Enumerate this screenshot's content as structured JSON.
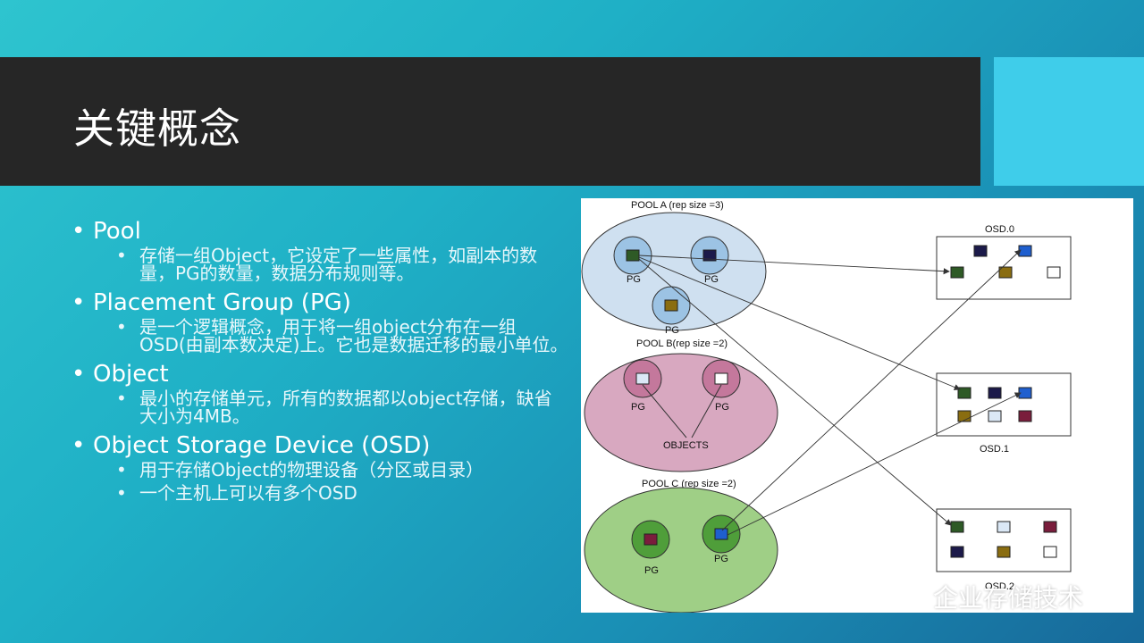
{
  "slide": {
    "title": "关键概念",
    "bullets": [
      {
        "label": "Pool",
        "sub": [
          "存储一组Object，它设定了一些属性，如副本的数量，PG的数量，数据分布规则等。"
        ]
      },
      {
        "label": "Placement Group (PG)",
        "sub": [
          "是一个逻辑概念，用于将一组object分布在一组OSD(由副本数决定)上。它也是数据迁移的最小单位。"
        ]
      },
      {
        "label": "Object",
        "sub": [
          "最小的存储单元，所有的数据都以object存储，缺省大小为4MB。"
        ]
      },
      {
        "label": "Object Storage Device (OSD)",
        "sub": [
          "用于存储Object的物理设备（分区或目录）",
          "一个主机上可以有多个OSD"
        ]
      }
    ]
  },
  "diagram": {
    "pool_a": {
      "label": "POOL A (rep size =3)",
      "pg_labels": [
        "PG",
        "PG",
        "PG"
      ]
    },
    "pool_b": {
      "label": "POOL B(rep size =2)",
      "pg_labels": [
        "PG",
        "PG"
      ],
      "objects_label": "OBJECTS"
    },
    "pool_c": {
      "label": "POOL C (rep size =2)",
      "pg_labels": [
        "PG",
        "PG"
      ]
    },
    "osd0": {
      "label": "OSD.0"
    },
    "osd1": {
      "label": "OSD.1"
    },
    "osd2": {
      "label": "OSD.2"
    },
    "colors": {
      "pool_a": "#cfe0f0",
      "pool_b": "#d8a8c0",
      "pool_c": "#9fcf86",
      "dark_green": "#2e5a26",
      "navy": "#1c1a4a",
      "blue": "#1f5fcf",
      "olive": "#8a6d10",
      "light_blue": "#dbe8f6",
      "maroon": "#7a1d3c",
      "white": "#ffffff"
    }
  },
  "watermark": {
    "text": "企业存储技术",
    "icon": "wechat-icon"
  }
}
